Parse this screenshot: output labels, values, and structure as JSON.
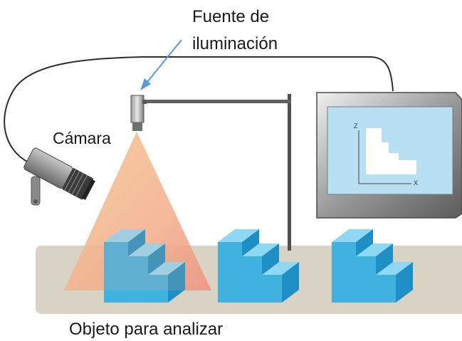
{
  "labels": {
    "light_source_line1": "Fuente de",
    "light_source_line2": "iluminación",
    "camera": "Cámara",
    "object": "Objeto para analizar"
  },
  "monitor": {
    "z_axis": "Z",
    "x_axis": "X"
  },
  "colors": {
    "table": "#d8d3c4",
    "block_front": "#3fb2e0",
    "block_top": "#8fd8f4",
    "block_side": "#1e8fc4",
    "screen": "#b9dff3",
    "light_cone_top": "#f5c99a",
    "light_cone_bottom": "#f0a088",
    "arrow": "#5b9bd5",
    "post": "#5a5a5a"
  }
}
